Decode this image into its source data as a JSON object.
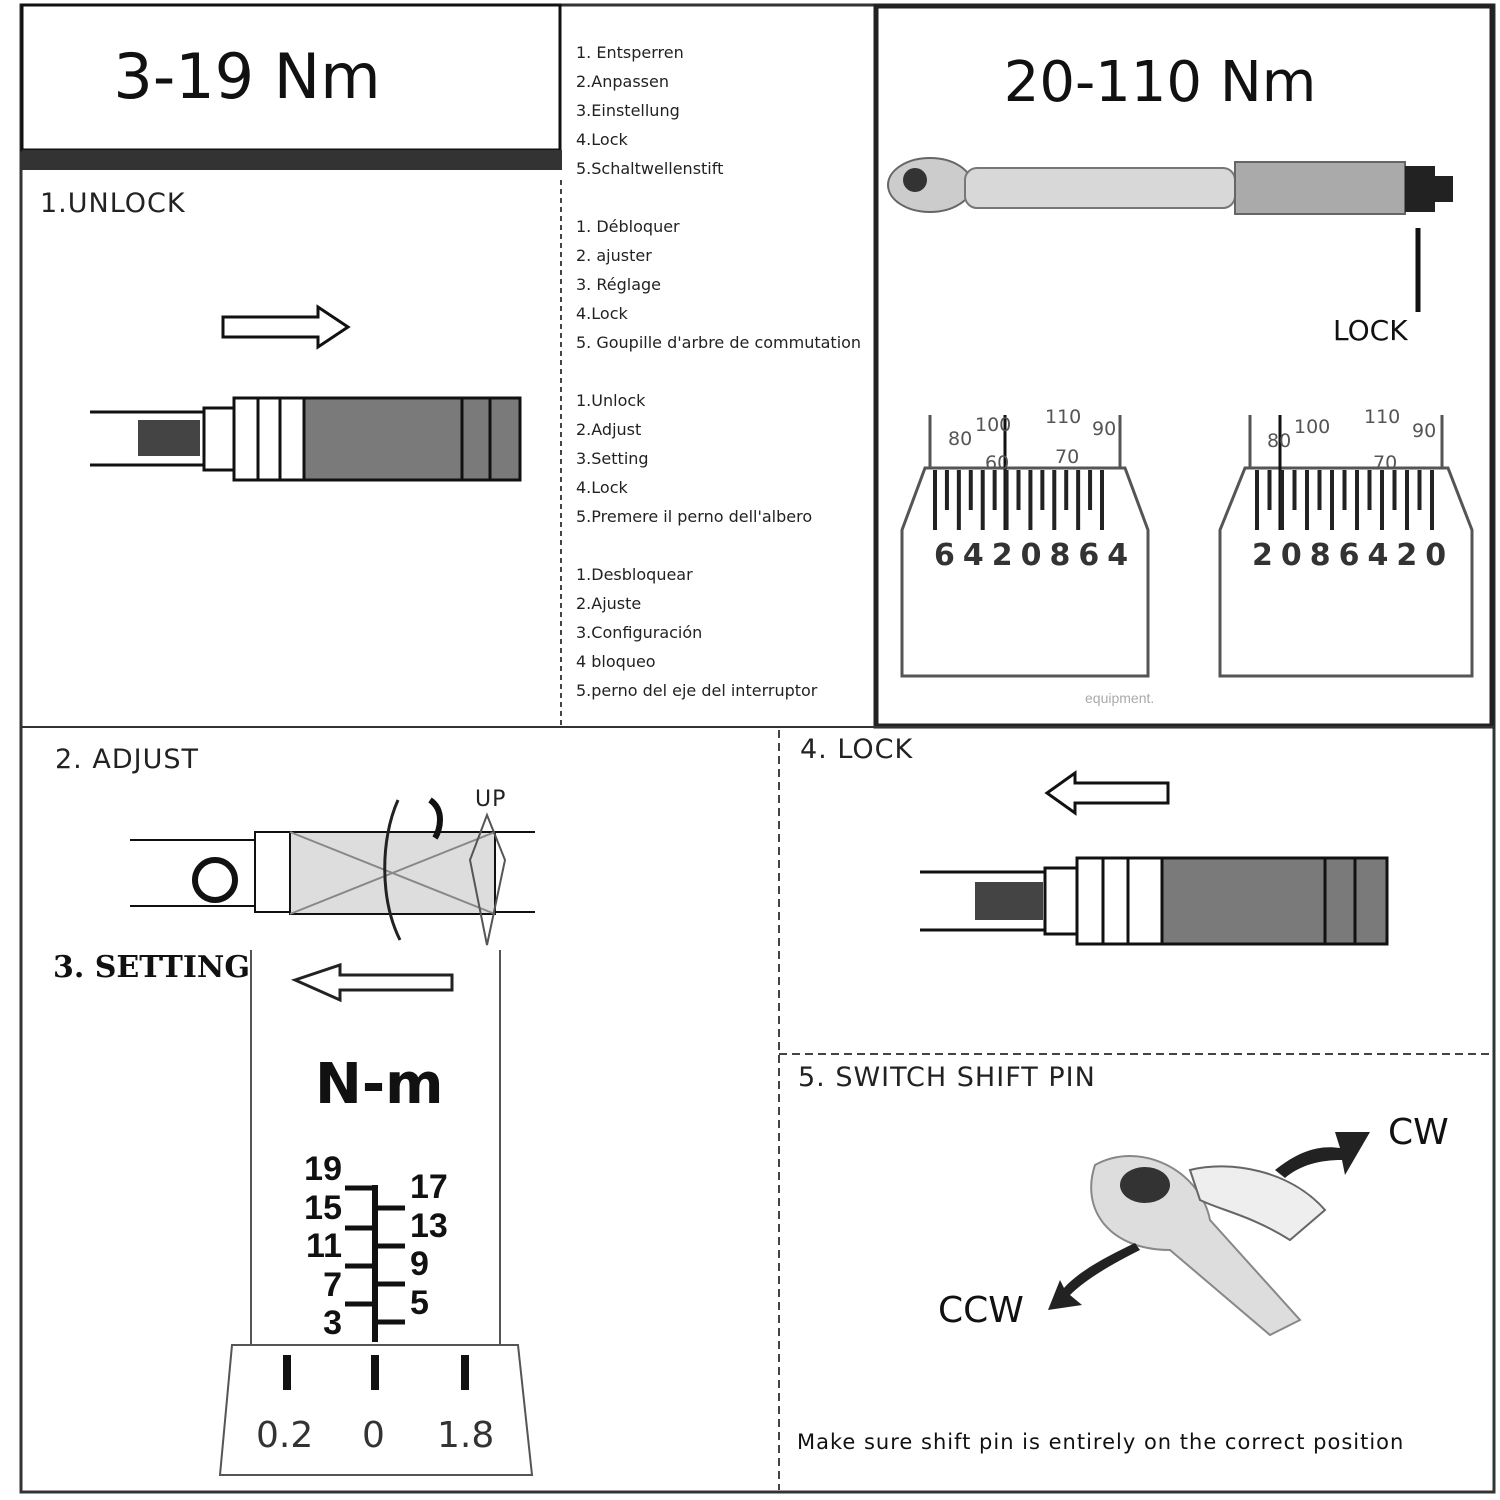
{
  "panel_left": {
    "title": "3-19 Nm",
    "step1": "1.UNLOCK"
  },
  "languages": [
    {
      "items": [
        "1. Entsperren",
        "2.Anpassen",
        "3.Einstellung",
        "4.Lock",
        "5.Schaltwellenstift"
      ]
    },
    {
      "items": [
        "1. Débloquer",
        "2. ajuster",
        "3. Réglage",
        "4.Lock",
        "5. Goupille d'arbre de commutation"
      ]
    },
    {
      "items": [
        "1.Unlock",
        "2.Adjust",
        "3.Setting",
        "4.Lock",
        "5.Premere il perno dell'albero"
      ]
    },
    {
      "items": [
        "1.Desbloquear",
        "2.Ajuste",
        "3.Configuración",
        "4 bloqueo",
        "5.perno del eje del interruptor"
      ]
    }
  ],
  "panel_right": {
    "title": "20-110 Nm",
    "lock_label": "LOCK",
    "dial_labels": [
      "80",
      "100",
      "110",
      "90",
      "70",
      "60"
    ],
    "dial_left_digits": "6420864",
    "dial_right_digits": "2086420",
    "faint_text": "equipment."
  },
  "step2": {
    "title": "2. ADJUST",
    "up_label": "UP"
  },
  "step3": {
    "title": "3. SETTING",
    "unit": "N-m",
    "scale_left": [
      "19",
      "15",
      "11",
      "7",
      "3"
    ],
    "scale_right": [
      "17",
      "13",
      "9",
      "5"
    ],
    "base_labels": [
      "0.2",
      "0",
      "1.8"
    ]
  },
  "step4": {
    "title": "4. LOCK"
  },
  "step5": {
    "title": "5. SWITCH SHIFT PIN",
    "cw_label": "CW",
    "ccw_label": "CCW",
    "note": "Make sure shift pin is entirely on the correct position"
  }
}
